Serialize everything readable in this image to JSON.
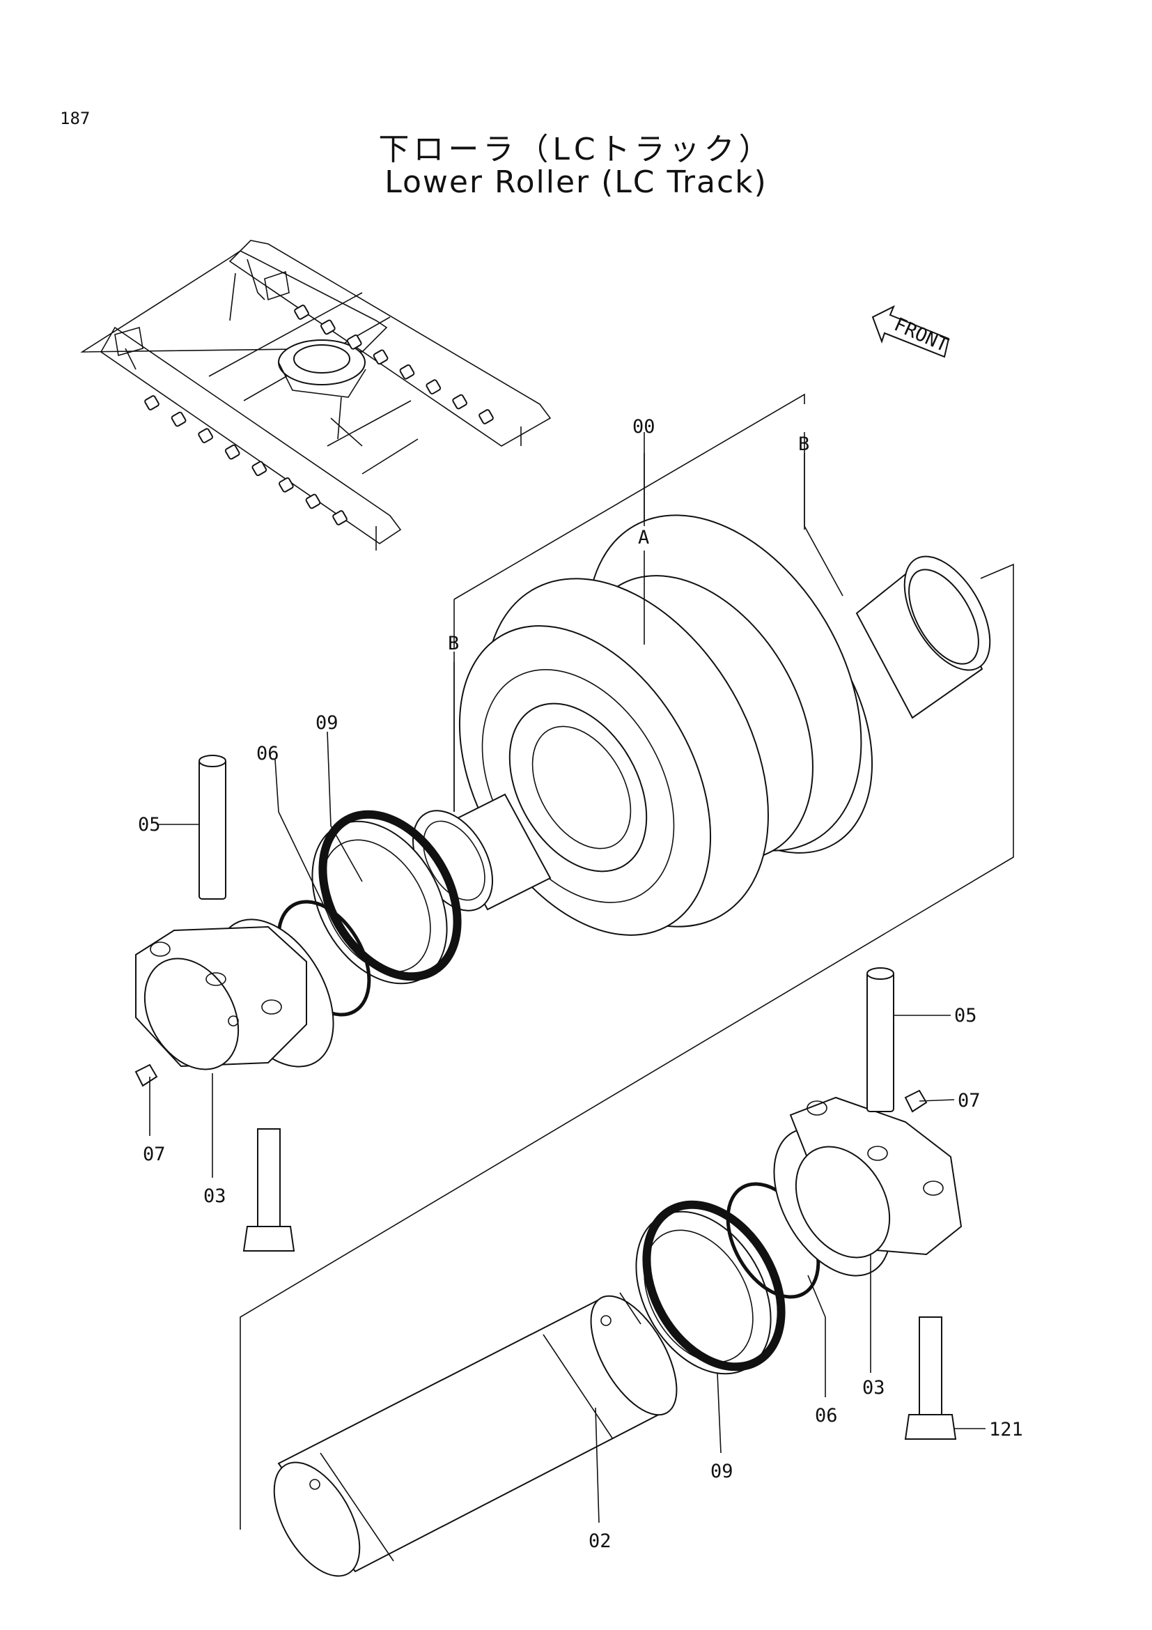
{
  "page_number": "187",
  "title_jp": "下ローラ（LCトラック）",
  "title_en": "Lower Roller (LC Track)",
  "front_label": "FRONT",
  "callouts": {
    "assembly": "00",
    "part_a": "A",
    "part_b_left": "B",
    "part_b_right": "B",
    "shaft": "02",
    "collar_left": "03",
    "collar_right": "03",
    "pin_left": "05",
    "pin_right": "05",
    "oring_left": "06",
    "oring_right": "06",
    "plug_left": "07",
    "plug_right": "07",
    "seal_left": "09",
    "seal_right": "09",
    "bolt": "121"
  }
}
